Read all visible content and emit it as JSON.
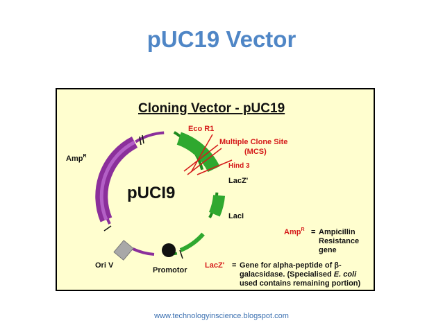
{
  "slide": {
    "title": "pUC19 Vector",
    "footer": "www.technologyinscience.blogspot.com"
  },
  "diagram": {
    "heading": "Cloning Vector - pUC19",
    "plasmid_name": "pUCI9",
    "labels": {
      "eco": "Eco R1",
      "mcs_line1": "Multiple Clone Site",
      "mcs_line2": "(MCS)",
      "hind": "Hind 3",
      "amp_main": "Amp",
      "amp_sup": "R",
      "lacz": "LacZ'",
      "laci": "LacI",
      "oriv": "Ori V",
      "promotor": "Promotor"
    },
    "legend": {
      "amp_key_main": "Amp",
      "amp_key_sup": "R",
      "amp_eq": "=",
      "amp_def_1": "Ampicillin",
      "amp_def_2": "Resistance",
      "amp_def_3": "gene",
      "lacz_key": "LacZ'",
      "lacz_eq": "=",
      "lacz_def_1": "Gene for alpha-peptide of β-",
      "lacz_def_2": "galacsidase. (Specialised ",
      "lacz_def_2_italic": "E. coli",
      "lacz_def_3": "used contains remaining portion)"
    },
    "colors": {
      "background": "#fffecf",
      "green": "#2fa82f",
      "green_dark": "#1e8a1e",
      "purple": "#8b2f9b",
      "purple_light": "#b35fc6",
      "red": "#d51a1a",
      "gray": "#a8a8a8",
      "title_blue": "#4f86c6"
    }
  }
}
